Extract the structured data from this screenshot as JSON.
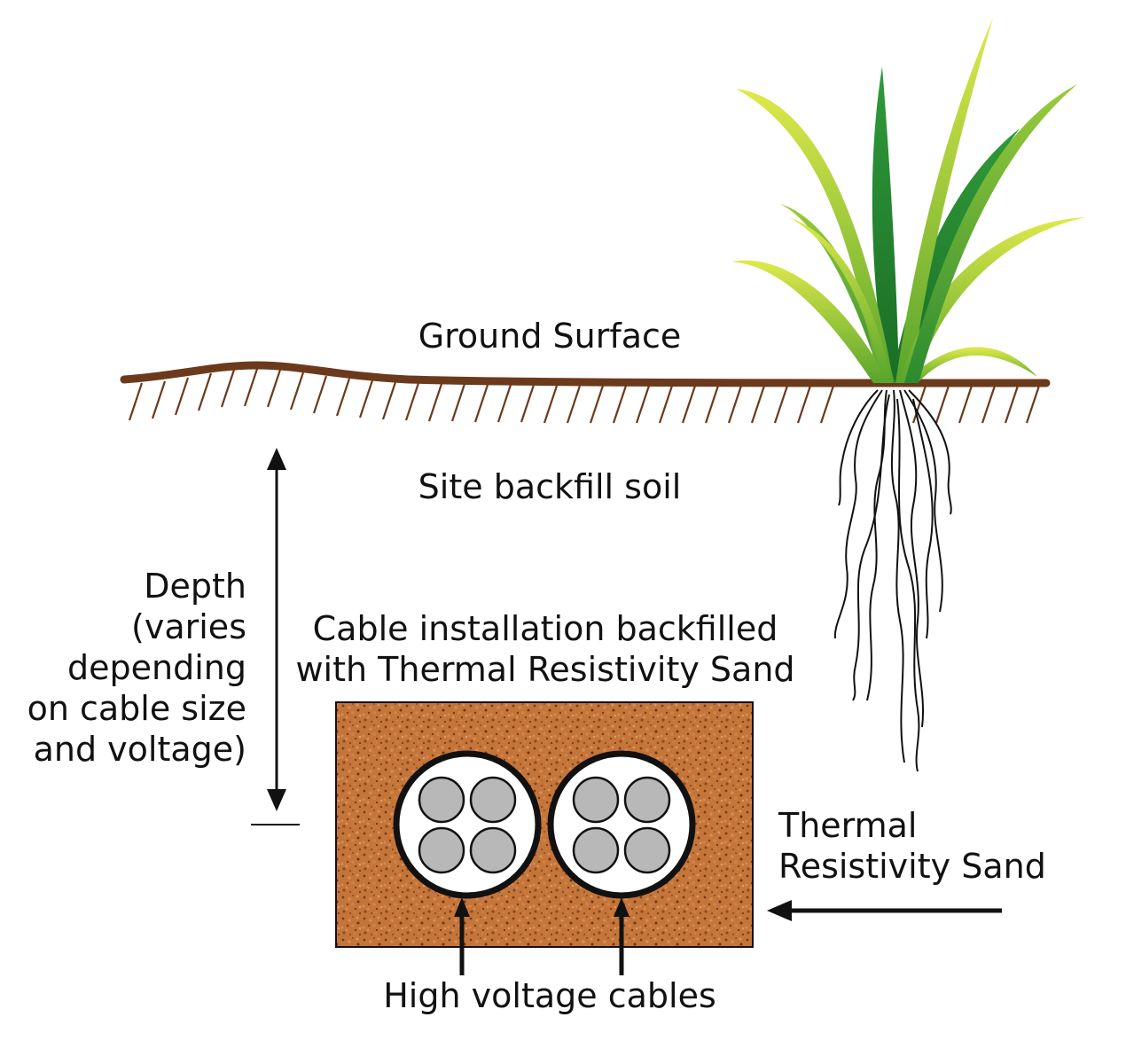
{
  "labels": {
    "ground_surface": "Ground Surface",
    "site_backfill": "Site backfill soil",
    "depth": [
      "Depth",
      "(varies",
      "depending",
      "on cable size",
      "and voltage)"
    ],
    "cable_installation": [
      "Cable installation backfilled",
      "with Thermal Resistivity Sand"
    ],
    "thermal_sand": [
      "Thermal",
      "Resistivity Sand"
    ],
    "hv_cables": "High voltage cables"
  },
  "colors": {
    "ground_line": "#6b3a1c",
    "sand": "#c4753a",
    "conductor": "#b8b8b8",
    "grass_dark": "#1e7a2c",
    "grass_light": "#c8dc3a"
  },
  "icons": {
    "plant": "grass-plant-icon",
    "arrows": [
      "depth-double-arrow-icon",
      "sand-arrow-icon",
      "cable-arrow-icon"
    ]
  }
}
